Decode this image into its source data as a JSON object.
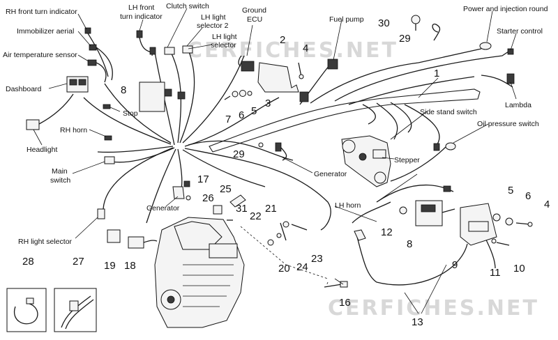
{
  "labels": {
    "rh_front_turn": "RH front turn indicator",
    "immobilizer": "Immobilizer aerial",
    "air_temp": "Air temperature sensor",
    "dashboard": "Dashboard",
    "headlight": "Headlight",
    "rh_horn": "RH horn",
    "main_switch_1": "Main",
    "main_switch_2": "switch",
    "rh_light_selector": "RH light selector",
    "lh_front_turn_1": "LH front",
    "lh_front_turn_2": "turn indicator",
    "clutch_switch": "Clutch switch",
    "lh_light_sel2_1": "LH light",
    "lh_light_sel2_2": "selector 2",
    "lh_light_sel_1": "LH light",
    "lh_light_sel_2": "selector",
    "ground_ecu_1": "Ground",
    "ground_ecu_2": "ECU",
    "fuel_pump": "Fuel pump",
    "power_injection": "Power and injection round",
    "starter_control": "Starter control",
    "lambda": "Lambda",
    "stop": "Stop",
    "side_stand": "Side stand switch",
    "oil_pressure": "Oil pressure switch",
    "stepper": "Stepper",
    "generator_mid": "Generator",
    "generator_left": "Generator",
    "lh_horn": "LH horn"
  },
  "numbers": {
    "n1": "1",
    "n2": "2",
    "n3": "3",
    "n4a": "4",
    "n4b": "4",
    "n5a": "5",
    "n5b": "5",
    "n6a": "6",
    "n6b": "6",
    "n7": "7",
    "n8a": "8",
    "n8b": "8",
    "n9": "9",
    "n10": "10",
    "n11": "11",
    "n12": "12",
    "n13": "13",
    "n16": "16",
    "n17": "17",
    "n18": "18",
    "n19": "19",
    "n20": "20",
    "n21": "21",
    "n22": "22",
    "n23": "23",
    "n24": "24",
    "n25": "25",
    "n26": "26",
    "n27": "27",
    "n28": "28",
    "n29a": "29",
    "n29b": "29",
    "n30": "30",
    "n31": "31"
  },
  "watermark": {
    "top": "CERFICHES.NET",
    "bottom": "CERFICHES.NET"
  }
}
